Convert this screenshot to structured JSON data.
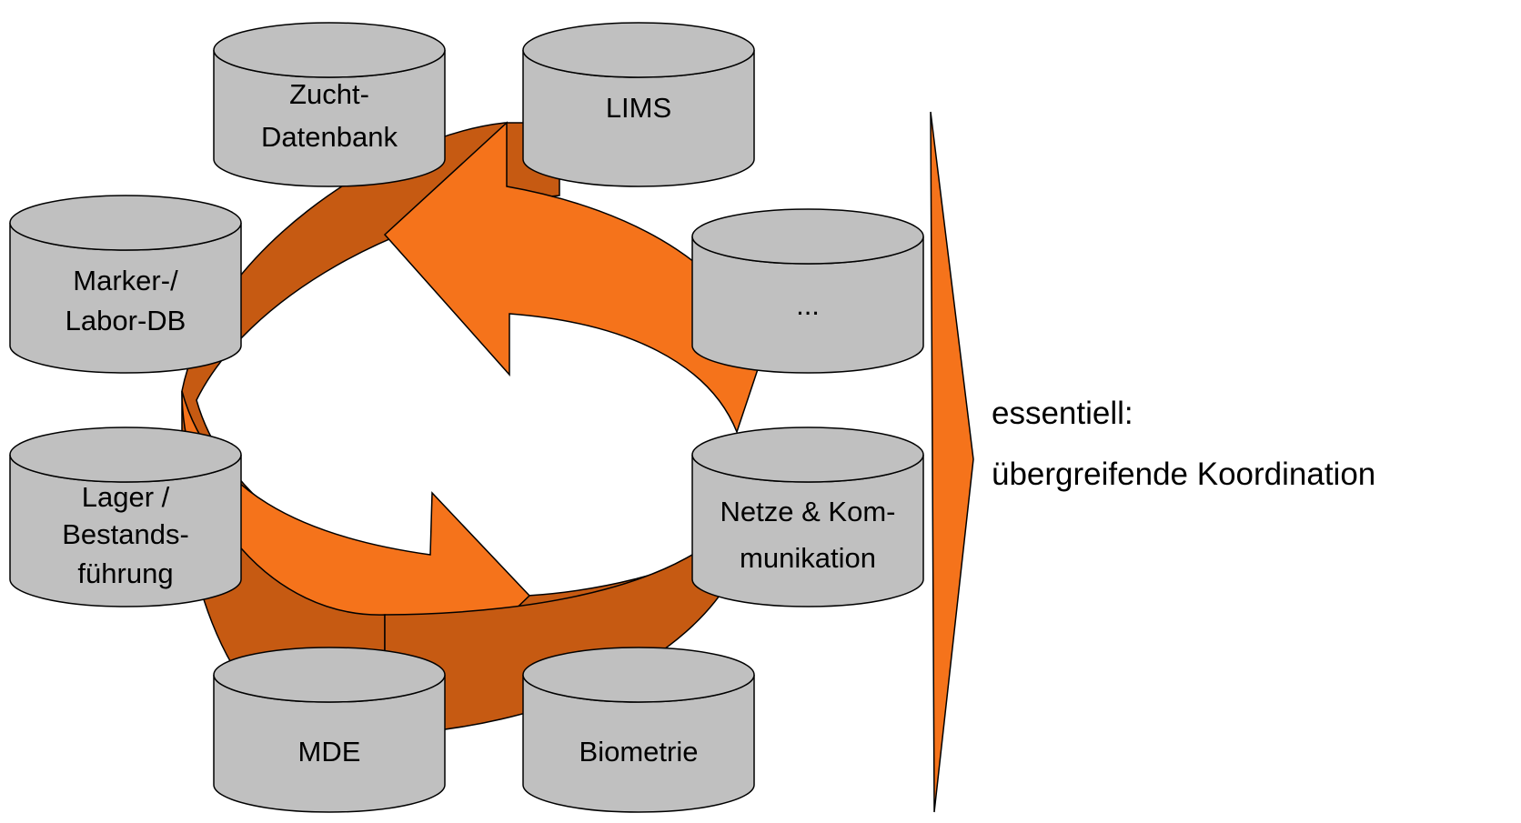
{
  "colors": {
    "arrow_light": "#f5731b",
    "arrow_dark": "#c65a12",
    "cylinder_fill": "#c0c0c0",
    "stroke": "#000000",
    "background": "#ffffff"
  },
  "databases": [
    {
      "id": "zucht",
      "lines": [
        "Zucht-",
        "Datenbank"
      ]
    },
    {
      "id": "lims",
      "lines": [
        "LIMS"
      ]
    },
    {
      "id": "marker",
      "lines": [
        "Marker-/",
        "Labor-DB"
      ]
    },
    {
      "id": "other",
      "lines": [
        "..."
      ]
    },
    {
      "id": "lager",
      "lines": [
        "Lager /",
        "Bestands-",
        "führung"
      ]
    },
    {
      "id": "netze",
      "lines": [
        "Netze & Kom-",
        "munikation"
      ]
    },
    {
      "id": "mde",
      "lines": [
        "MDE"
      ]
    },
    {
      "id": "biometrie",
      "lines": [
        "Biometrie"
      ]
    }
  ],
  "conclusion": {
    "line1": "essentiell:",
    "line2": "übergreifende Koordination"
  }
}
